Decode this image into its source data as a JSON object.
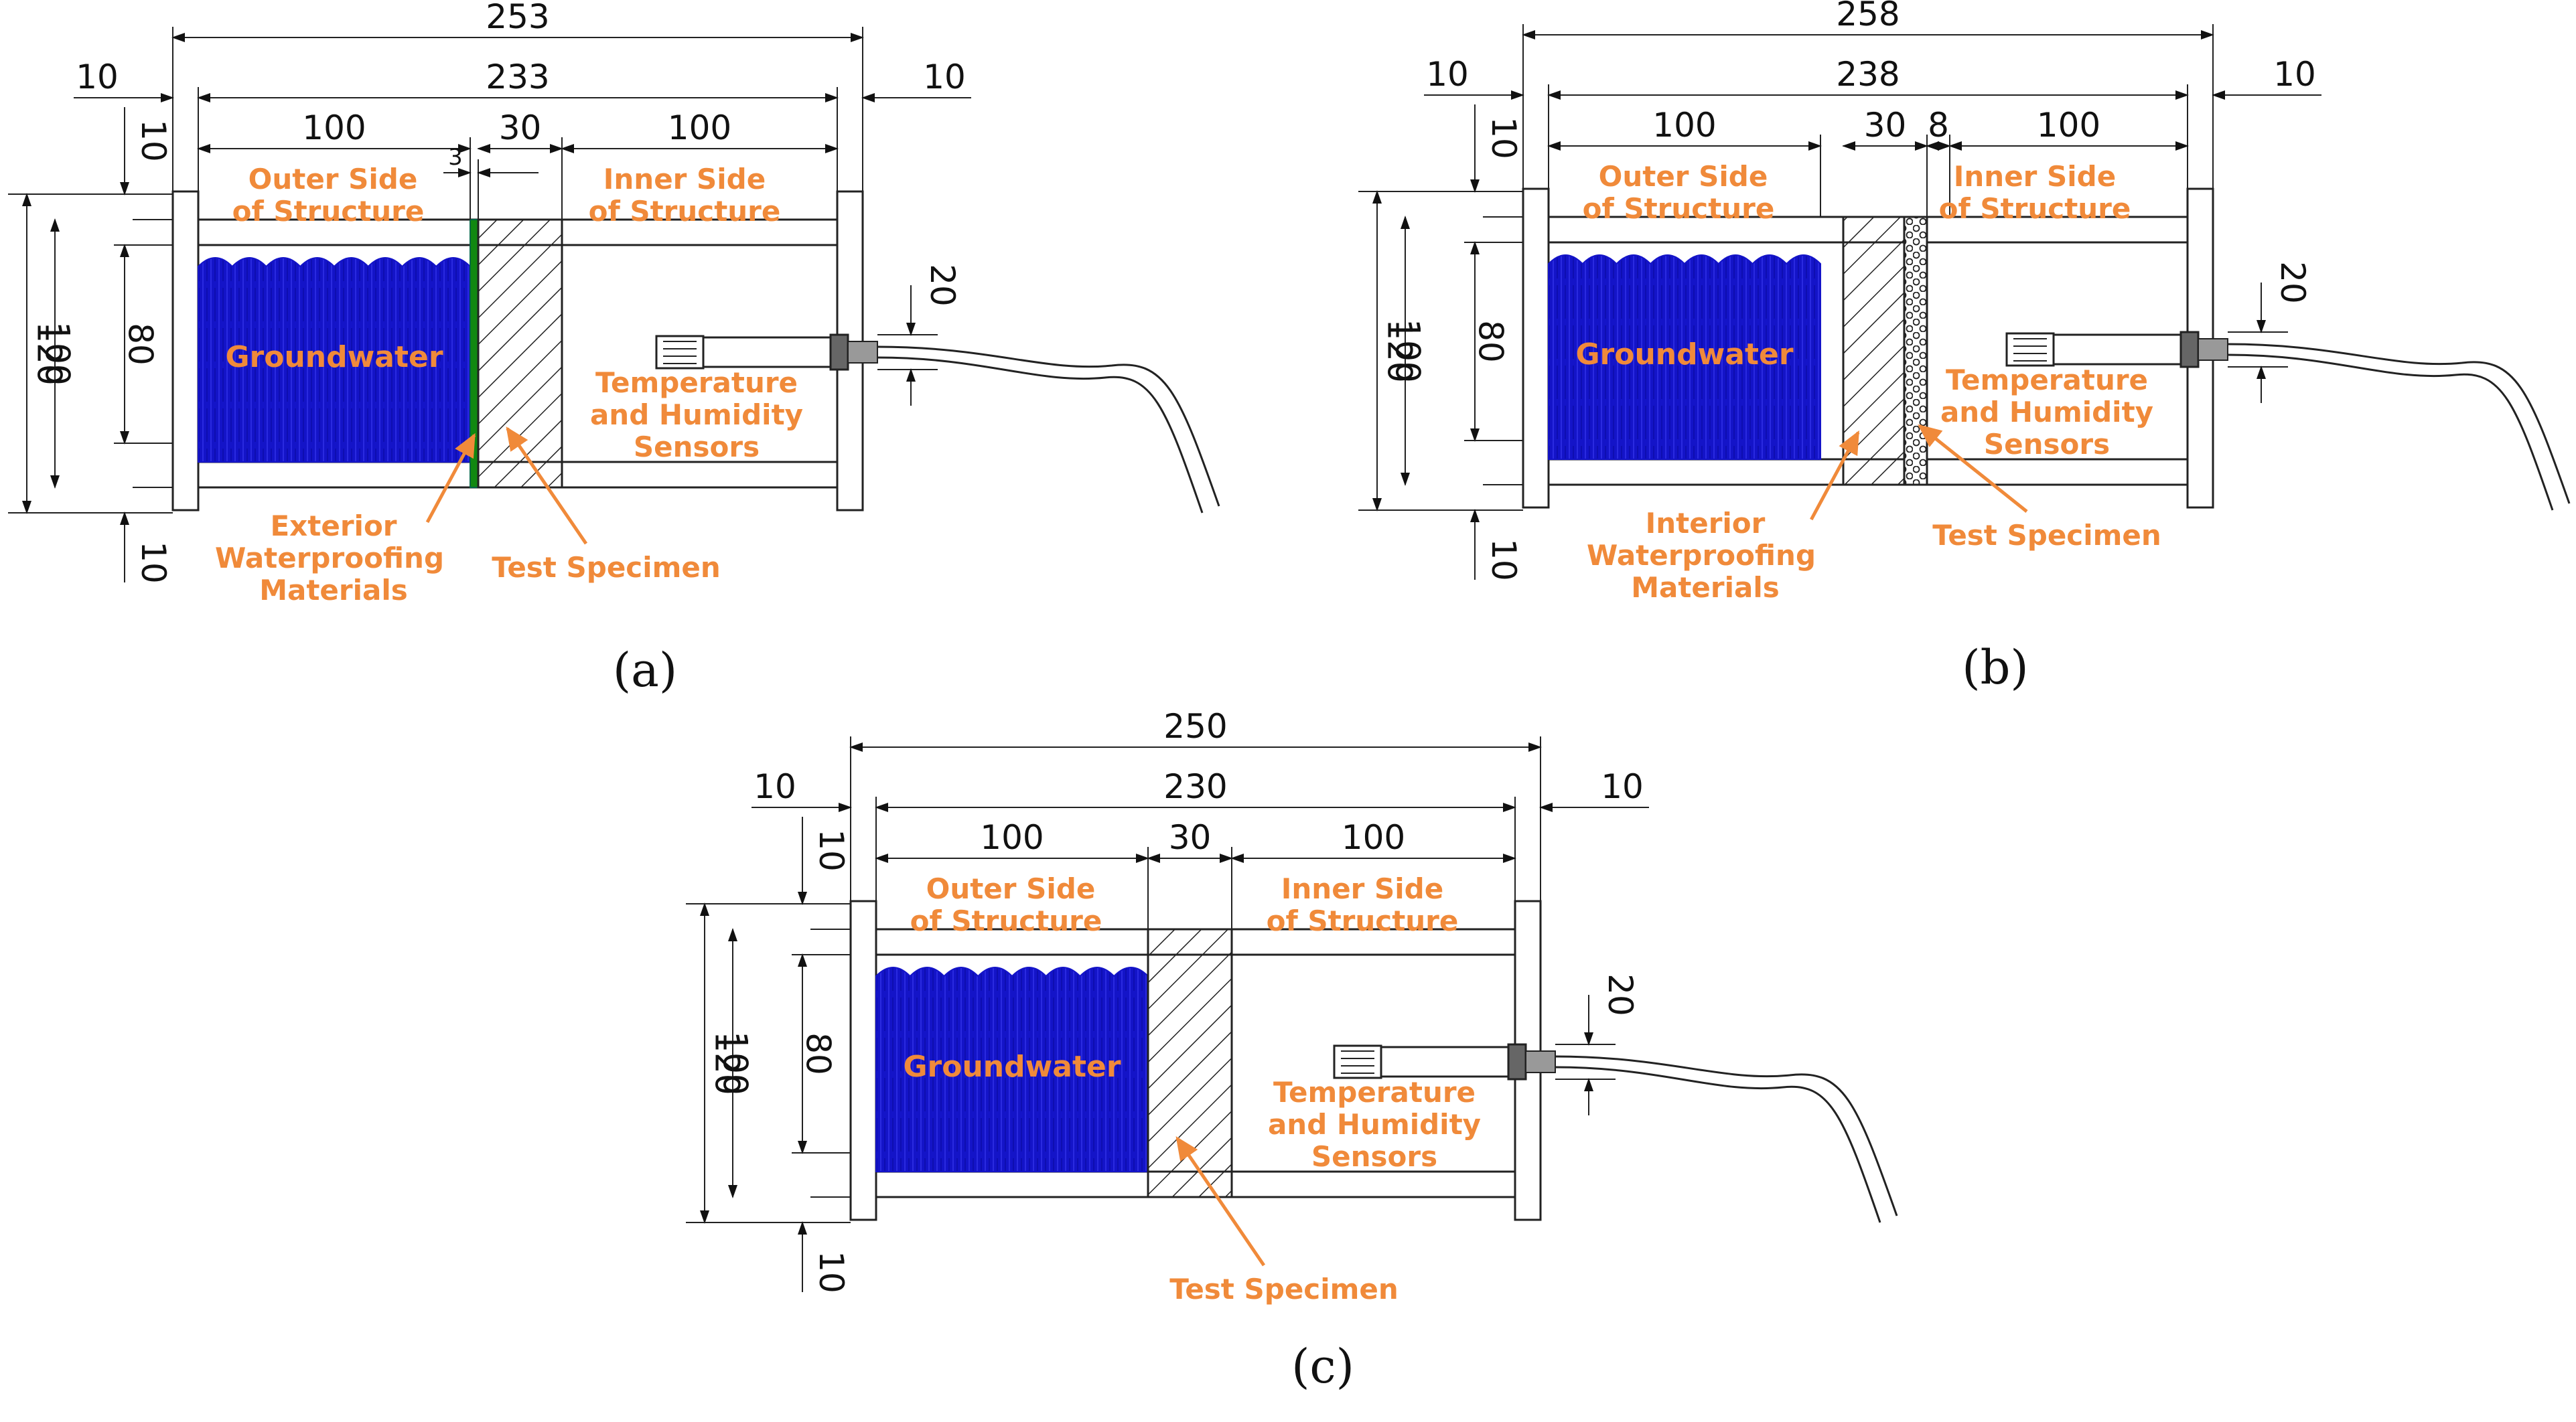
{
  "colors": {
    "water": "#1414c8",
    "label": "#f08a3a",
    "membrane": "#118811",
    "line": "#222222"
  },
  "panels": [
    {
      "caption": "(a)",
      "variant": "exterior",
      "dims": {
        "overall": "253",
        "inner": "233",
        "flange_left": "10",
        "flange_right": "10",
        "left_chamber": "100",
        "specimen": "30",
        "right_chamber": "100",
        "membrane": "3",
        "top_flange": "10",
        "height_total": "120",
        "height_inner": "100",
        "height_water": "80",
        "bottom_flange": "10",
        "sensor": "20"
      },
      "labels": {
        "outer_l1": "Outer Side",
        "outer_l2": "of Structure",
        "inner_l1": "Inner Side",
        "inner_l2": "of Structure",
        "water": "Groundwater",
        "sensor_l1": "Temperature",
        "sensor_l2": "and Humidity",
        "sensor_l3": "Sensors",
        "wp_l1": "Exterior",
        "wp_l2": "Waterproofing",
        "wp_l3": "Materials",
        "specimen": "Test Specimen"
      }
    },
    {
      "caption": "(b)",
      "variant": "interior",
      "dims": {
        "overall": "258",
        "inner": "238",
        "flange_left": "10",
        "flange_right": "10",
        "left_chamber": "100",
        "specimen": "30",
        "membrane": "8",
        "right_chamber": "100",
        "top_flange": "10",
        "height_total": "120",
        "height_inner": "100",
        "height_water": "80",
        "bottom_flange": "10",
        "sensor": "20"
      },
      "labels": {
        "outer_l1": "Outer Side",
        "outer_l2": "of Structure",
        "inner_l1": "Inner Side",
        "inner_l2": "of Structure",
        "water": "Groundwater",
        "sensor_l1": "Temperature",
        "sensor_l2": "and Humidity",
        "sensor_l3": "Sensors",
        "wp_l1": "Interior",
        "wp_l2": "Waterproofing",
        "wp_l3": "Materials",
        "specimen": "Test Specimen"
      }
    },
    {
      "caption": "(c)",
      "variant": "none",
      "dims": {
        "overall": "250",
        "inner": "230",
        "flange_left": "10",
        "flange_right": "10",
        "left_chamber": "100",
        "specimen": "30",
        "right_chamber": "100",
        "top_flange": "10",
        "height_total": "120",
        "height_inner": "100",
        "height_water": "80",
        "bottom_flange": "10",
        "sensor": "20"
      },
      "labels": {
        "outer_l1": "Outer Side",
        "outer_l2": "of Structure",
        "inner_l1": "Inner Side",
        "inner_l2": "of Structure",
        "water": "Groundwater",
        "sensor_l1": "Temperature",
        "sensor_l2": "and Humidity",
        "sensor_l3": "Sensors",
        "specimen": "Test Specimen"
      }
    }
  ]
}
